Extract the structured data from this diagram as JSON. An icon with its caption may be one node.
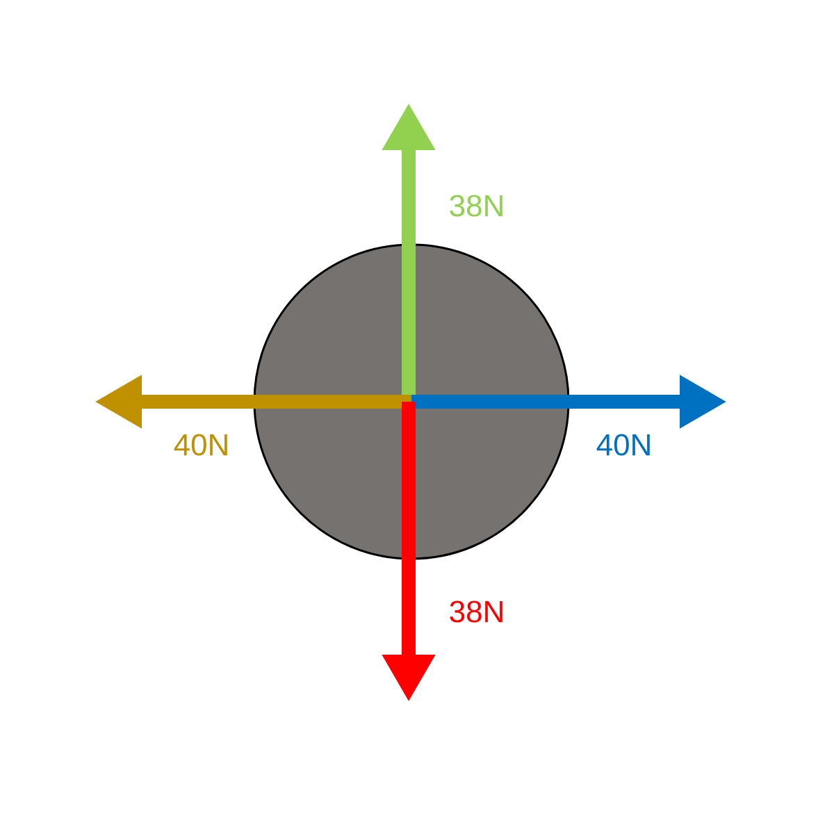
{
  "diagram": {
    "labels": [
      "38N",
      "40N",
      "40N",
      "38N"
    ]
  }
}
